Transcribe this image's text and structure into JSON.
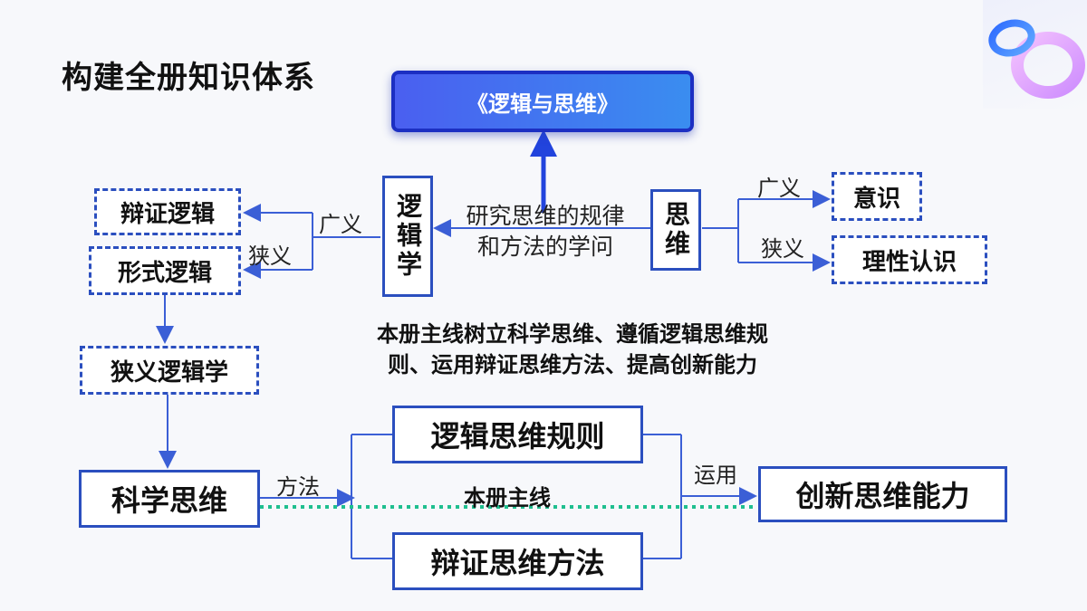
{
  "slide": {
    "title": "构建全册知识体系"
  },
  "nodes": {
    "book": "《逻辑与思维》",
    "logic": "逻辑学",
    "thinking": "思维",
    "logic_def": [
      "研究思维的规律",
      "和方法的学问"
    ],
    "dialectical_logic": "辩证逻辑",
    "formal_logic": "形式逻辑",
    "narrow_logic": "狭义逻辑学",
    "consciousness": "意识",
    "rational_cognition": "理性认识",
    "scientific_thinking": "科学思维",
    "logic_rules": "逻辑思维规则",
    "dialectic_methods": "辩证思维方法",
    "innovation": "创新思维能力"
  },
  "labels": {
    "broad_left": "广义",
    "narrow_left": "狭义",
    "broad_right": "广义",
    "narrow_right": "狭义",
    "method": "方法",
    "apply": "运用",
    "mainline": "本册主线",
    "summary": [
      "本册主线树立科学思维、遵循逻辑思维规",
      "则、运用辩证思维方法、提高创新能力"
    ]
  },
  "colors": {
    "box_border": "#2b4fbf",
    "mainline_dots": "#1fbf8f",
    "book_fill": "#4a5ff0"
  }
}
